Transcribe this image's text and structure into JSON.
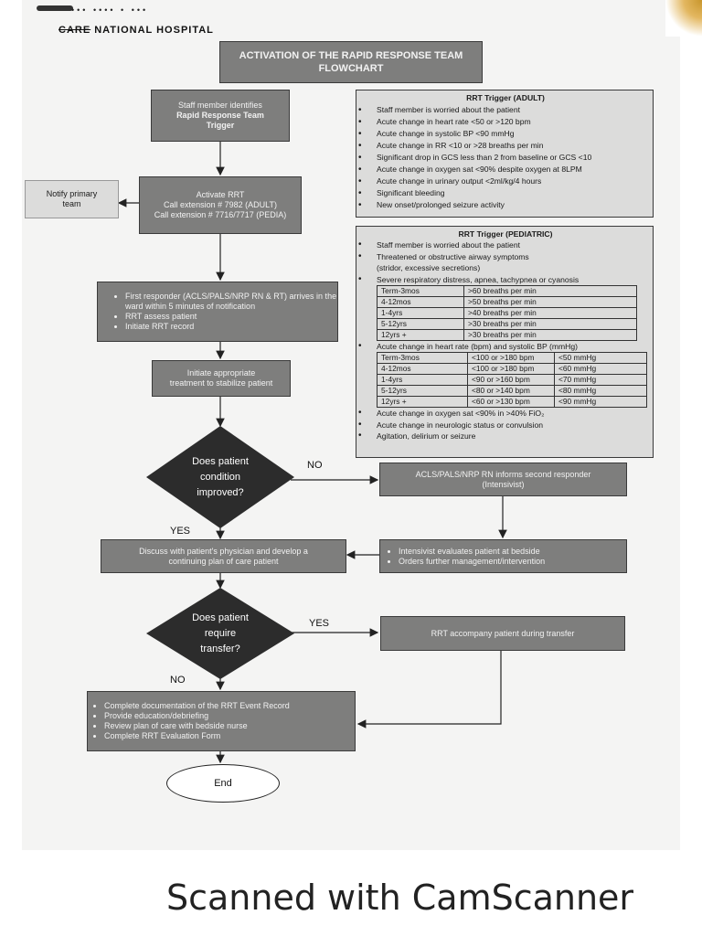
{
  "header": {
    "hospital_name_struck": "CARE",
    "hospital_name": "NATIONAL HOSPITAL"
  },
  "title": {
    "line1": "ACTIVATION OF THE RAPID RESPONSE TEAM",
    "line2": "FLOWCHART"
  },
  "steps": {
    "identify": {
      "line1": "Staff member identifies",
      "line2": "Rapid Response Team",
      "line3": "Trigger"
    },
    "activate": {
      "line1": "Activate RRT",
      "line2": "Call extension # 7982 (ADULT)",
      "line3": "Call extension # 7716/7717 (PEDIA)"
    },
    "notify": {
      "line1": "Notify primary",
      "line2": "team"
    },
    "first_responder": [
      "First responder (ACLS/PALS/NRP RN & RT) arrives in the ward within 5 minutes of notification",
      "RRT assess patient",
      "Initiate RRT record"
    ],
    "stabilize": {
      "line1": "Initiate appropriate",
      "line2": "treatment to stabilize patient"
    },
    "decision1": {
      "line1": "Does patient",
      "line2": "condition",
      "line3": "improved?",
      "yes": "YES",
      "no": "NO"
    },
    "second_responder": {
      "line1": "ACLS/PALS/NRP RN informs second responder",
      "line2": "(Intensivist)"
    },
    "intensivist": [
      "Intensivist evaluates patient at bedside",
      "Orders further management/intervention"
    ],
    "discuss": {
      "line1": "Discuss with patient's physician and develop a",
      "line2": "continuing plan of care patient"
    },
    "decision2": {
      "line1": "Does patient",
      "line2": "require",
      "line3": "transfer?",
      "yes": "YES",
      "no": "NO"
    },
    "transfer": "RRT accompany patient during transfer",
    "final": [
      "Complete documentation of the RRT Event Record",
      "Provide education/debriefing",
      "Review plan of care with bedside nurse",
      "Complete RRT Evaluation Form"
    ],
    "end": "End"
  },
  "adult_trigger": {
    "heading": "RRT Trigger (ADULT)",
    "items": [
      "Staff member is worried about the patient",
      "Acute change in heart rate <50 or >120 bpm",
      "Acute change in systolic BP <90 mmHg",
      "Acute change in RR <10 or >28 breaths per min",
      "Significant drop in GCS less than 2 from baseline or GCS <10",
      "Acute change in oxygen sat <90% despite oxygen at 8LPM",
      "Acute change in urinary output <2ml/kg/4 hours",
      "Significant bleeding",
      "New onset/prolonged seizure activity"
    ]
  },
  "pedia_trigger": {
    "heading": "RRT Trigger (PEDIATRIC)",
    "item1": "Staff member is worried about the patient",
    "item2a": "Threatened or obstructive airway symptoms",
    "item2b": "(stridor, excessive secretions)",
    "item3": "Severe respiratory distress, apnea, tachypnea or cyanosis",
    "resp_table": [
      [
        "Term-3mos",
        ">60 breaths per min"
      ],
      [
        "4-12mos",
        ">50 breaths per min"
      ],
      [
        "1-4yrs",
        ">40 breaths per min"
      ],
      [
        "5-12yrs",
        ">30 breaths per min"
      ],
      [
        "12yrs +",
        ">30 breaths per min"
      ]
    ],
    "item4": "Acute change in heart rate (bpm) and systolic BP (mmHg)",
    "hr_table": [
      [
        "Term-3mos",
        "<100 or >180 bpm",
        "<50 mmHg"
      ],
      [
        "4-12mos",
        "<100 or >180 bpm",
        "<60 mmHg"
      ],
      [
        "1-4yrs",
        "<90 or >160 bpm",
        "<70 mmHg"
      ],
      [
        "5-12yrs",
        "<80 or >140 bpm",
        "<80 mmHg"
      ],
      [
        "12yrs +",
        "<60 or >130 bpm",
        "<90 mmHg"
      ]
    ],
    "item5": "Acute change in oxygen sat <90% in >40% FiO₂",
    "item6": "Acute change in neurologic status or convulsion",
    "item7": "Agitation, delirium or seizure"
  },
  "footer": {
    "scanner": "Scanned with CamScanner"
  },
  "colors": {
    "box_dark": "#7e7e7d",
    "box_light": "#dcdcdb",
    "diamond": "#2c2c2c"
  }
}
